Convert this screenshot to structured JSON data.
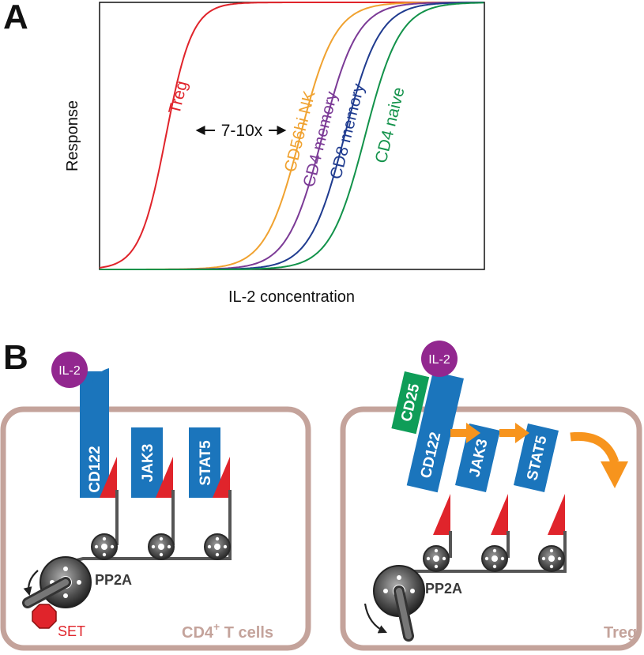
{
  "panel_a": {
    "letter": "A",
    "ylabel": "Response",
    "xlabel": "IL-2 concentration",
    "fold_label": "7-10x",
    "curves": [
      {
        "name": "Treg",
        "color": "#e0242b"
      },
      {
        "name": "CD56hi NK",
        "color": "#f0a230"
      },
      {
        "name": "CD4 memory",
        "color": "#7b3a96"
      },
      {
        "name": "CD8 memory",
        "color": "#1f3b8f"
      },
      {
        "name": "CD4 naive",
        "color": "#12924a"
      }
    ]
  },
  "panel_b": {
    "letter": "B",
    "left_cell": {
      "label_main": "CD4",
      "label_sup": "+",
      "label_rest": " T cells",
      "ligand": "IL-2",
      "receptor": "CD122",
      "kinase": "JAK3",
      "factor": "STAT5",
      "phosphatase": "PP2A",
      "inhibitor": "SET"
    },
    "right_cell": {
      "label": "Treg",
      "ligand": "IL-2",
      "alpha_chain": "CD25",
      "receptor": "CD122",
      "kinase": "JAK3",
      "factor": "STAT5",
      "phosphatase": "PP2A"
    },
    "colors": {
      "receptor_blue": "#1b75bc",
      "cd25_green": "#0f9d58",
      "il2_purple": "#92278f",
      "flag_red": "#e0242b",
      "arrow_orange": "#f7941d",
      "cell_border": "#c4a39b",
      "set_red": "#e0242b"
    }
  }
}
